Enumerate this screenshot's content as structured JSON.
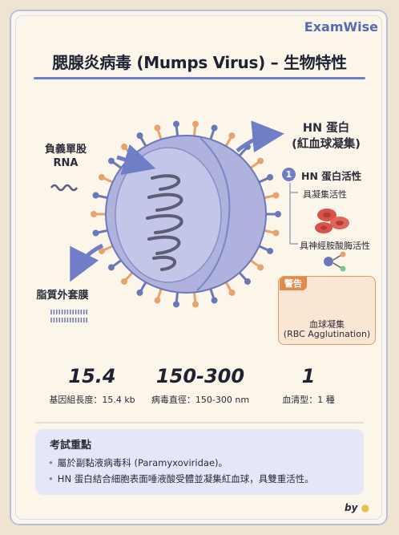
{
  "brand": "ExamWise",
  "title": "腮腺炎病毒 (Mumps Virus) – 生物特性",
  "labels": {
    "rna_line1": "負義單股",
    "rna_line2": "RNA",
    "envelope": "脂質外套膜",
    "hn_line1": "HN 蛋白",
    "hn_line2": "(紅血球凝集)"
  },
  "hn_activity": {
    "number": "1",
    "heading": "HN 蛋白活性",
    "item1": "具凝集活性",
    "item2": "具神經胺酸脢活性"
  },
  "warning": {
    "tag": "警告",
    "line1": "血球凝集",
    "line2": "(RBC Agglutination)"
  },
  "stats": [
    {
      "value": "15.4",
      "label": "基因組長度：15.4 kb"
    },
    {
      "value": "150-300",
      "label": "病毒直徑：150-300 nm"
    },
    {
      "value": "1",
      "label": "血清型：1 種"
    }
  ],
  "exam": {
    "title": "考試重點",
    "items": [
      "屬於副黏液病毒科 (Paramyxoviridae)。",
      "HN 蛋白結合細胞表面唾液酸受體並凝集紅血球，具雙重活性。"
    ]
  },
  "footer": "by",
  "colors": {
    "accent": "#6f7ec6",
    "virus": "#aeb2dc",
    "spike_orange": "#e8a36c",
    "spike_blue": "#6b78b8",
    "warning": "#e28a4b",
    "rbc": "#d9534a"
  }
}
